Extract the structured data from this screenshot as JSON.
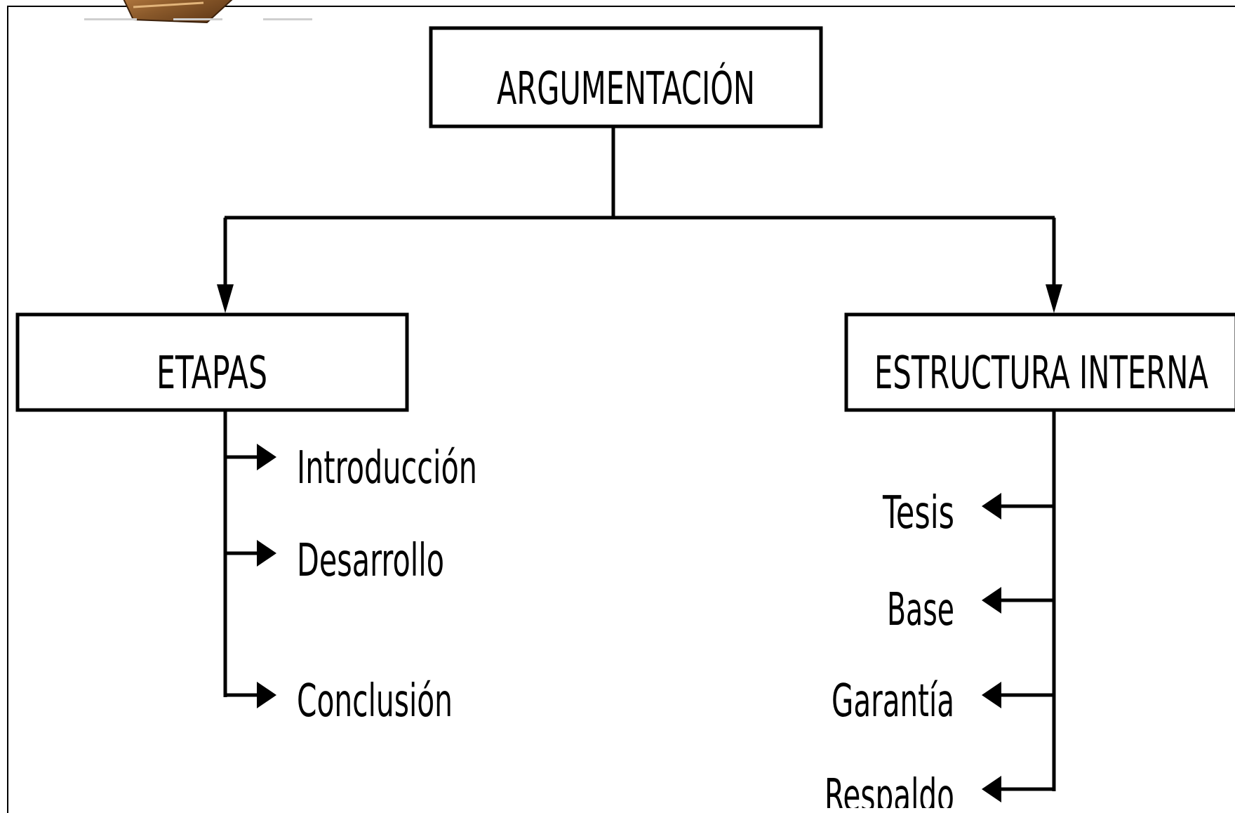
{
  "diagram": {
    "root": "ARGUMENTACIÓN",
    "left_branch": {
      "label": "ETAPAS",
      "items": [
        "Introducción",
        "Desarrollo",
        "Conclusión"
      ]
    },
    "right_branch": {
      "label": "ESTRUCTURA INTERNA",
      "items": [
        "Tesis",
        "Base",
        "Garantía",
        "Respaldo"
      ]
    }
  },
  "colors": {
    "line": "#000000",
    "box_fill": "#ffffff",
    "logo_wood": "#8b5a2b"
  }
}
